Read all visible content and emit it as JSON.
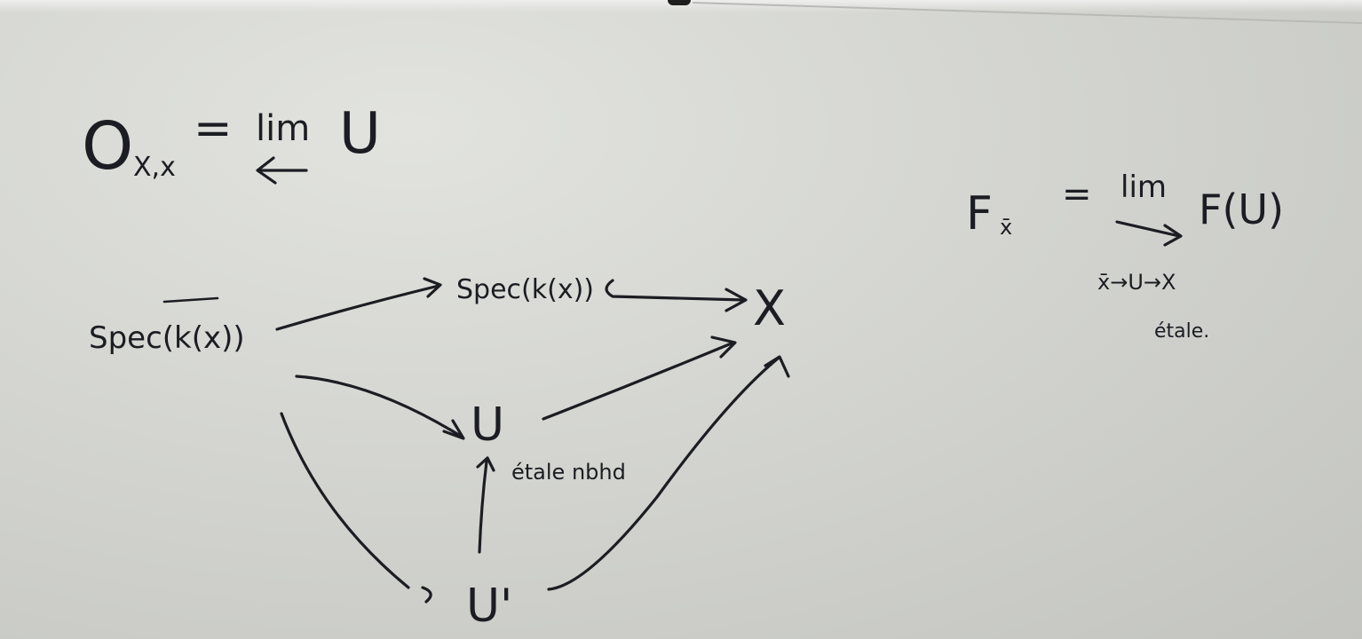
{
  "scene": "whiteboard-photo",
  "ink_color": "#1c1d22",
  "board_color": "#d4d5d1",
  "handwriting": {
    "stalk_lhs": "O",
    "stalk_sub": "X,x",
    "stalk_eq": "=",
    "stalk_lim": "lim",
    "stalk_U": "U",
    "nodes": {
      "spec_sep": "Spec(k(x))",
      "spec_k": "Spec(k(x))",
      "X": "X",
      "U": "U",
      "U_prime": "U'"
    },
    "etale_label": "étale nbhd",
    "sheaf_lhs": "F",
    "sheaf_sub": "x̄",
    "sheaf_eq": "=",
    "sheaf_lim": "lim",
    "sheaf_rhs": "F(U)",
    "sheaf_cond": "x̄→U→X",
    "sheaf_etale": "étale."
  }
}
